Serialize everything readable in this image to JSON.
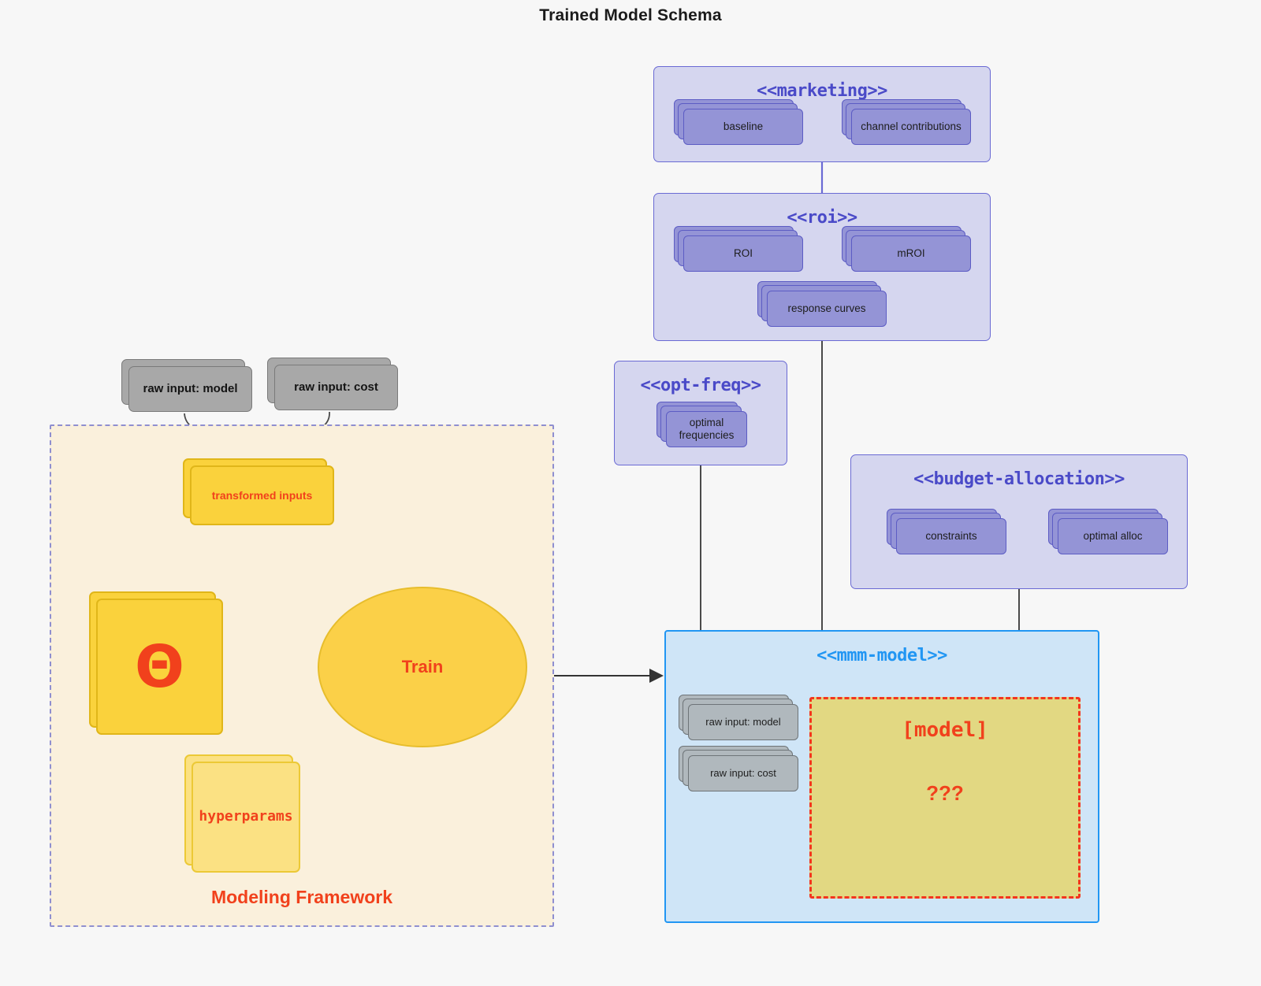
{
  "title": "Trained Model Schema",
  "packages": {
    "marketing": {
      "label": "<<marketing>>",
      "nodes": [
        {
          "label": "baseline"
        },
        {
          "label": "channel contributions"
        }
      ]
    },
    "roi": {
      "label": "<<roi>>",
      "nodes": [
        {
          "label": "ROI"
        },
        {
          "label": "mROI"
        },
        {
          "label": "response curves"
        }
      ]
    },
    "opt_freq": {
      "label": "<<opt-freq>>",
      "nodes": [
        {
          "line1": "optimal",
          "line2": "frequencies"
        }
      ]
    },
    "budget_allocation": {
      "label": "<<budget-allocation>>",
      "nodes": [
        {
          "label": "constraints"
        },
        {
          "label": "optimal alloc"
        }
      ]
    },
    "mmm_model": {
      "label": "<<mmm-model>>",
      "inputs": [
        {
          "label": "raw input: model"
        },
        {
          "label": "raw input: cost"
        }
      ],
      "model_slot": {
        "title": "[model]",
        "unknown": "???"
      }
    }
  },
  "raw_inputs": [
    {
      "label": "raw input: model"
    },
    {
      "label": "raw input: cost"
    }
  ],
  "framework": {
    "label": "Modeling Framework",
    "transformed_inputs": "transformed inputs",
    "theta": "Θ",
    "hyperparams": "hyperparams",
    "train": "Train"
  },
  "colors": {
    "background": "#f7f7f7",
    "package_fill": "#d5d6ef",
    "package_border": "#6a6ad4",
    "package_title": "#4a4ac8",
    "node_purple_fill": "#9494d6",
    "node_purple_border": "#5c5cc4",
    "node_grey_fill": "#b0b8bd",
    "node_grey_border": "#6e7478",
    "raw_input_fill": "#a8a8a8",
    "raw_input_border": "#7a7a7a",
    "blue_package_fill": "#cfe5f7",
    "blue_package_border": "#2196f3",
    "framework_fill": "#faf0dc",
    "framework_border": "#8f8fd0",
    "yellow_node_fill": "#fad23c",
    "yellow_node_border": "#e0b619",
    "yellow_pale_fill": "#fbe183",
    "ellipse_fill": "#fbd048",
    "accent_red": "#f1411c",
    "model_slot_fill": "#e2d882",
    "model_slot_border": "#f4351e",
    "connector_grey": "#4a4a4a"
  }
}
